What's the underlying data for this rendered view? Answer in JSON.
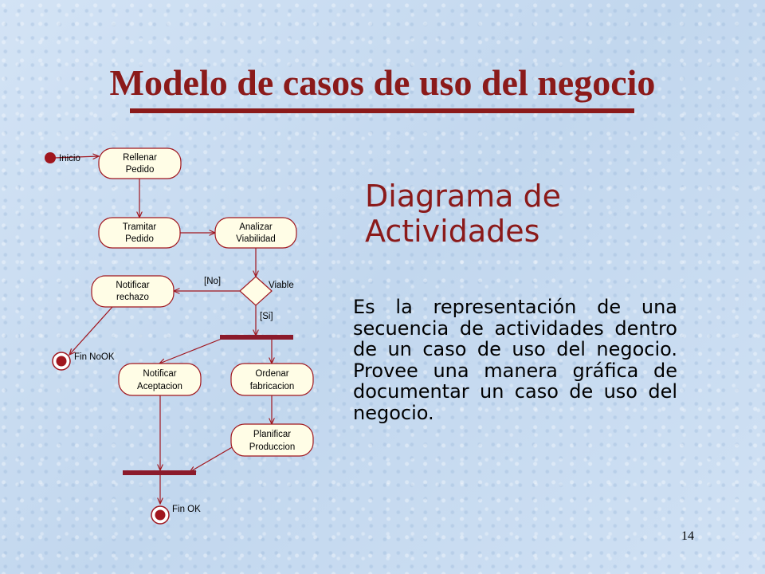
{
  "slide": {
    "title": "Modelo de casos de uso del negocio",
    "subtitle_line1": "Diagrama de",
    "subtitle_line2": "Actividades",
    "description": "Es la representación de una secuencia de actividades dentro de un caso de uso del negocio. Provee una manera gráfica de documentar un caso de uso del negocio.",
    "page_number": "14"
  },
  "diagram": {
    "nodes": {
      "start": "Inicio",
      "end_nook": "Fin NoOK",
      "end_ok": "Fin OK"
    },
    "activities": {
      "rellenar_pedido": [
        "Rellenar",
        "Pedido"
      ],
      "tramitar_pedido": [
        "Tramitar",
        "Pedido"
      ],
      "analizar_viabilidad": [
        "Analizar",
        "Viabilidad"
      ],
      "notificar_rechazo": [
        "Notificar",
        "rechazo"
      ],
      "notificar_aceptacion": [
        "Notificar",
        "Aceptacion"
      ],
      "ordenar_fabricacion": [
        "Ordenar",
        "fabricacion"
      ],
      "planificar_produccion": [
        "Planificar",
        "Produccion"
      ]
    },
    "decision": {
      "label": "Viable",
      "guard_no": "[No]",
      "guard_si": "[Si]"
    },
    "colors": {
      "activity_fill": "#fffde6",
      "node_fill": "#a0161e",
      "edge": "#a0161e",
      "bar": "#8b1a2b"
    }
  }
}
